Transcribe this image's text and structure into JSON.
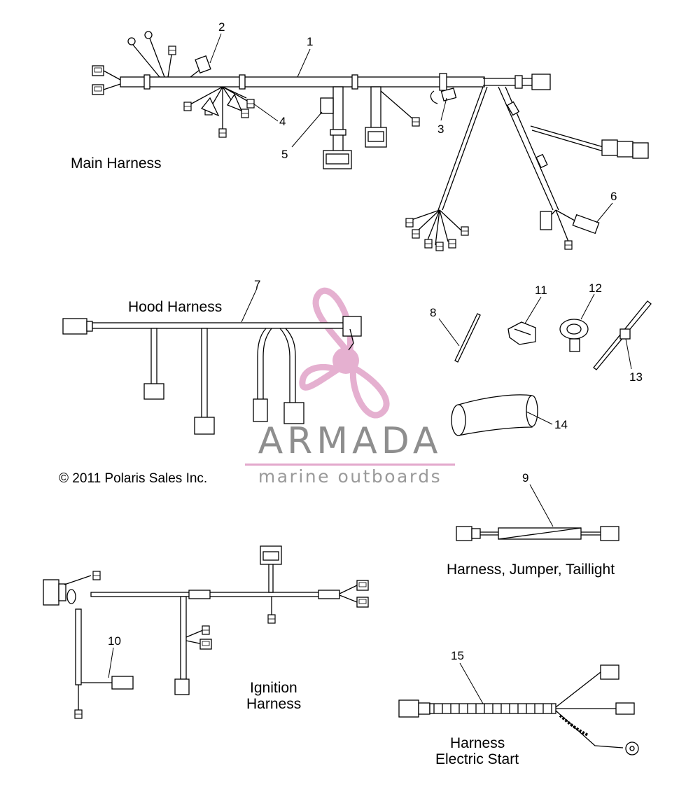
{
  "colors": {
    "line": "#000000",
    "watermark_pink": "#e3a8cc",
    "watermark_grey": "#8e8e8e"
  },
  "callouts": {
    "c1": "1",
    "c2": "2",
    "c3": "3",
    "c4": "4",
    "c5": "5",
    "c6": "6",
    "c7": "7",
    "c8": "8",
    "c9": "9",
    "c10": "10",
    "c11": "11",
    "c12": "12",
    "c13": "13",
    "c14": "14",
    "c15": "15"
  },
  "titles": {
    "main": "Main Harness",
    "hood": "Hood Harness",
    "jumper": "Harness, Jumper, Taillight",
    "ignition_line1": "Ignition",
    "ignition_line2": "Harness",
    "estart_line1": "Harness",
    "estart_line2": "Electric Start"
  },
  "copyright": "© 2011 Polaris Sales Inc.",
  "watermark": {
    "brand": "ARMADA",
    "tagline": "marine outboards",
    "logo": "propeller-logo-icon"
  }
}
